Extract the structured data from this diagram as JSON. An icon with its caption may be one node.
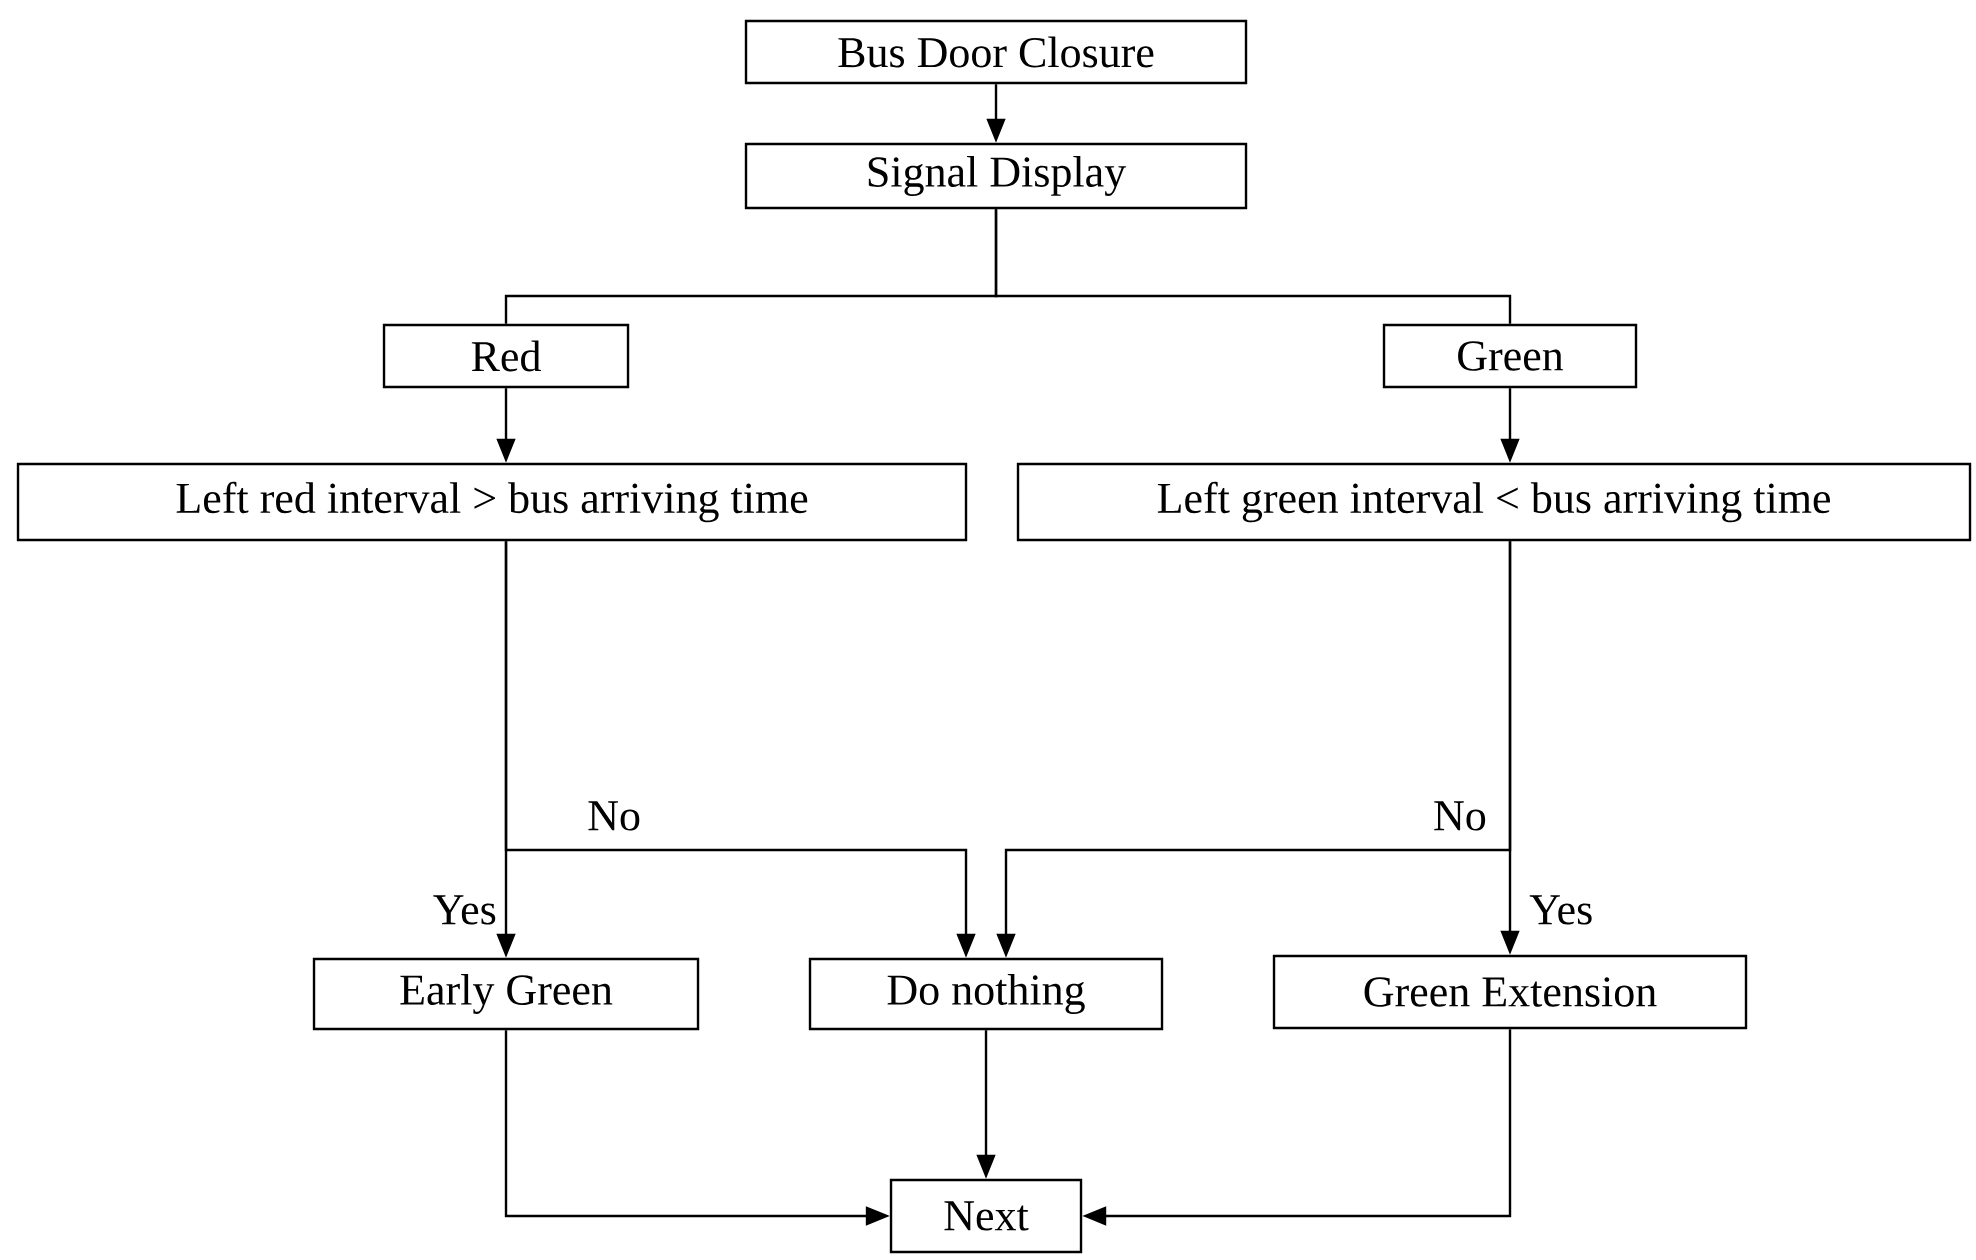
{
  "diagram": {
    "nodes": [
      {
        "text": [
          "Bus Door Closure"
        ]
      },
      {
        "text": [
          "Signal Display"
        ]
      },
      {
        "text": [
          "Red"
        ]
      },
      {
        "text": [
          "Green"
        ]
      },
      {
        "text": [
          "Left red interval > bus arriving time"
        ]
      },
      {
        "text": [
          "Left green interval < bus arriving time"
        ]
      },
      {
        "text": [
          "Early Green"
        ]
      },
      {
        "text": [
          "Do nothing"
        ]
      },
      {
        "text": [
          "Green Extension"
        ]
      },
      {
        "text": [
          "Next"
        ]
      }
    ],
    "edges": [
      {
        "from": 0,
        "to": 1,
        "arrow": "to"
      },
      {
        "from": 1,
        "to": 2,
        "arrow": "none"
      },
      {
        "from": 1,
        "to": 3,
        "arrow": "none"
      },
      {
        "from": 2,
        "to": 4,
        "arrow": "to"
      },
      {
        "from": 3,
        "to": 5,
        "arrow": "to"
      },
      {
        "from": 4,
        "to": 6,
        "arrow": "to",
        "label": "Yes"
      },
      {
        "from": 4,
        "to": 7,
        "arrow": "to",
        "label": "No"
      },
      {
        "from": 5,
        "to": 7,
        "arrow": "to",
        "label": "No"
      },
      {
        "from": 5,
        "to": 8,
        "arrow": "to",
        "label": "Yes"
      },
      {
        "from": 6,
        "to": 9,
        "arrow": "to"
      },
      {
        "from": 7,
        "to": 9,
        "arrow": "to"
      },
      {
        "from": 8,
        "to": 9,
        "arrow": "to"
      }
    ]
  }
}
